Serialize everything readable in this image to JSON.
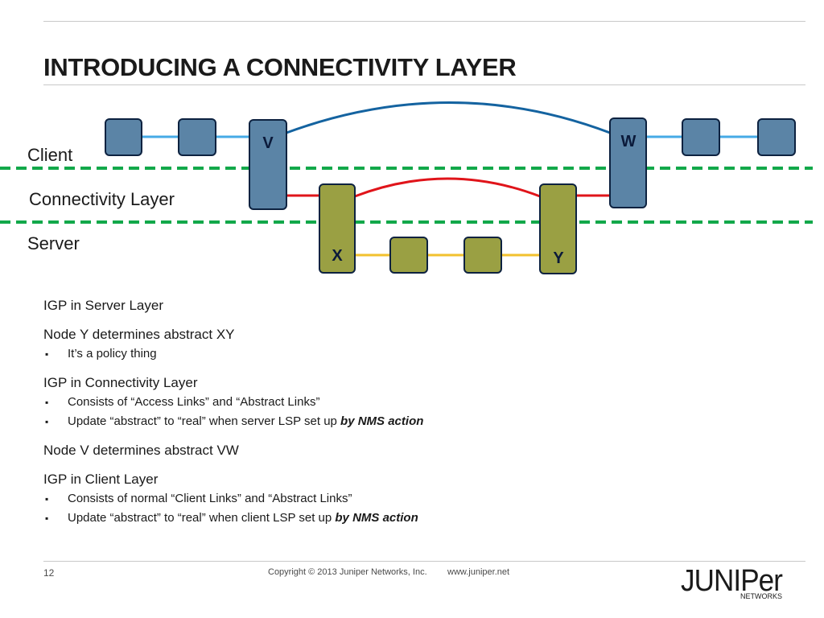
{
  "title": "INTRODUCING A CONNECTIVITY LAYER",
  "diagram": {
    "layers": {
      "client": "Client",
      "connectivity": "Connectivity Layer",
      "server": "Server"
    },
    "nodes": {
      "v": "V",
      "w": "W",
      "x": "X",
      "y": "Y"
    },
    "colors": {
      "client_node": "#5b84a6",
      "server_node": "#9aa043",
      "node_stroke": "#0d2240",
      "client_link": "#46aae6",
      "server_link": "#f2c12e",
      "access_link": "#e0141a",
      "abstract_client_link": "#1463a0",
      "layer_boundary": "#12a84a"
    }
  },
  "notes": {
    "n1": "IGP in Server Layer",
    "n2": "Node Y determines abstract XY",
    "n2_b1": "It’s a policy thing",
    "n3": "IGP in Connectivity Layer",
    "n3_b1": "Consists of “Access Links” and “Abstract Links”",
    "n3_b2": "Update “abstract” to “real” when server LSP set up ",
    "n3_b2_emph": "by NMS action",
    "n4": "Node V determines abstract VW",
    "n5": "IGP in Client Layer",
    "n5_b1": "Consists of normal “Client Links” and “Abstract Links”",
    "n5_b2": "Update “abstract” to “real” when client LSP set up ",
    "n5_b2_emph": "by NMS action"
  },
  "footer": {
    "page_number": "12",
    "copyright": "Copyright © 2013 Juniper Networks, Inc.",
    "website": "www.juniper.net",
    "logo_word": "JUNIPer",
    "logo_sub": "NETWORKS"
  }
}
